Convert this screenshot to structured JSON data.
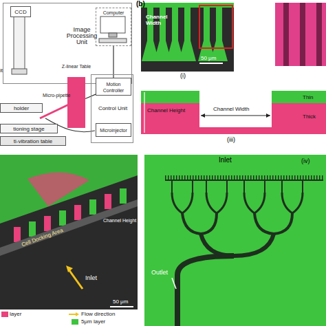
{
  "diagram": {
    "nodes": [
      {
        "text": [
          "Image Processing Unit"
        ]
      },
      {
        "text": [
          "CCD"
        ],
        "in": 0
      },
      {
        "text": [
          "Computer"
        ],
        "in": 0
      },
      {
        "text": [
          "Control Unit"
        ]
      },
      {
        "text": [
          "Motion Controller"
        ],
        "in": 3
      },
      {
        "text": [
          "Microinjector"
        ],
        "in": 3
      },
      {
        "text": [
          "Z-linear Table"
        ]
      },
      {
        "text": [
          "holder"
        ]
      },
      {
        "text": [
          "tioning stage"
        ]
      },
      {
        "text": [
          "ti-vibration table"
        ]
      }
    ],
    "edges": [
      {
        "from": 2,
        "to": 4,
        "arrow": "none"
      },
      {
        "from": 4,
        "to": 6,
        "arrow": "none"
      }
    ],
    "labels": [
      "it",
      "Micro-pipette",
      "(b)",
      "Channel Width",
      "50 μm",
      "(i)",
      "Channel Height",
      "Channel Width",
      "Thin",
      "Thick",
      "(iii)",
      "Channel Height",
      "Cell Docking Area",
      "Inlet",
      "50 μm",
      "Inlet",
      "Outlet",
      "(iv)"
    ],
    "legend": [
      {
        "text": "layer",
        "color": "#e8417c"
      },
      {
        "text": "Flow direction"
      },
      {
        "text": "5μm layer",
        "color": "#3ec43e"
      }
    ]
  }
}
